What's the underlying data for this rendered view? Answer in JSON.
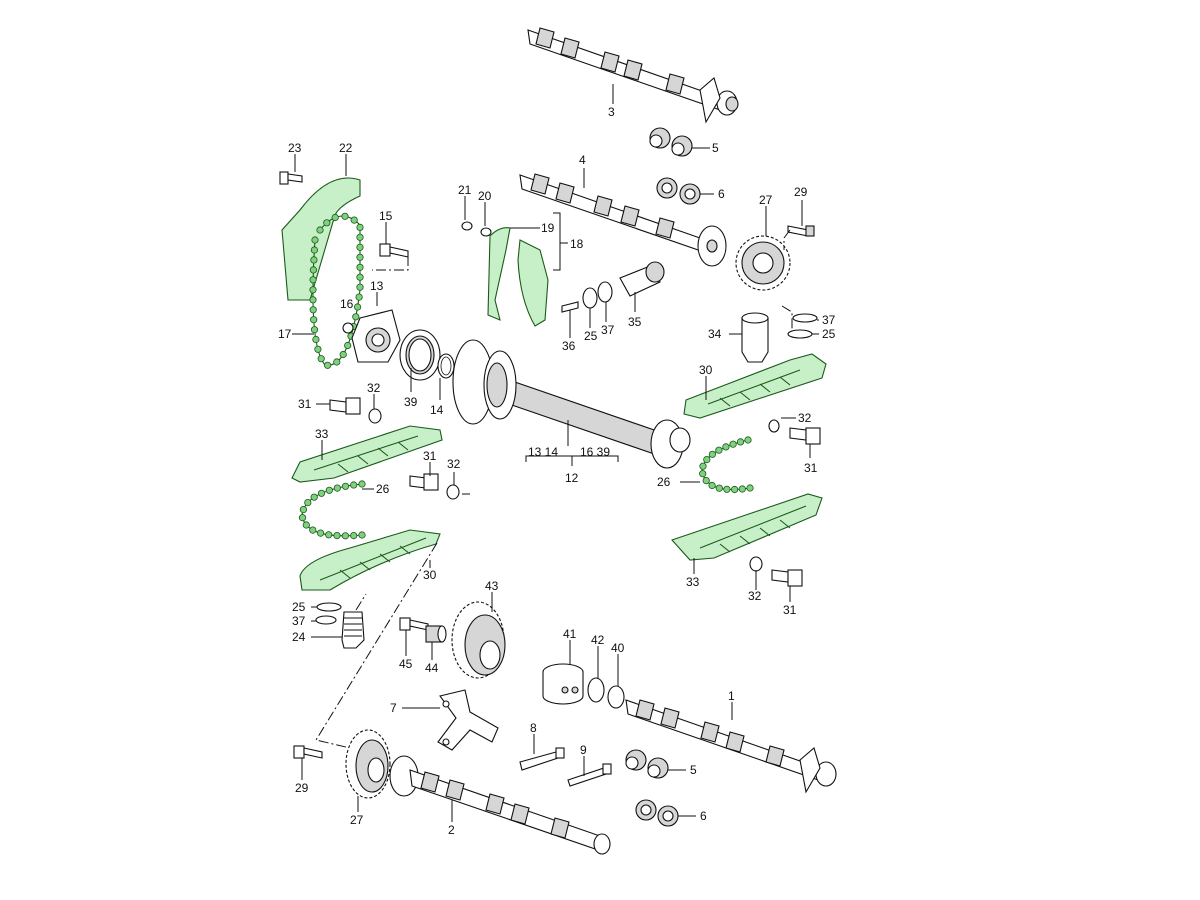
{
  "accent_color": "#7fd07f",
  "outline_color": "#111111",
  "callouts": [
    {
      "id": "c3",
      "text": "3"
    },
    {
      "id": "c5a",
      "text": "5"
    },
    {
      "id": "c4",
      "text": "4"
    },
    {
      "id": "c6a",
      "text": "6"
    },
    {
      "id": "c27a",
      "text": "27"
    },
    {
      "id": "c29a",
      "text": "29"
    },
    {
      "id": "c23",
      "text": "23"
    },
    {
      "id": "c22",
      "text": "22"
    },
    {
      "id": "c21",
      "text": "21"
    },
    {
      "id": "c20",
      "text": "20"
    },
    {
      "id": "c19",
      "text": "19"
    },
    {
      "id": "c18",
      "text": "18"
    },
    {
      "id": "c15",
      "text": "15"
    },
    {
      "id": "c13",
      "text": "13"
    },
    {
      "id": "c16",
      "text": "16"
    },
    {
      "id": "c17",
      "text": "17"
    },
    {
      "id": "c36",
      "text": "36"
    },
    {
      "id": "c25a",
      "text": "25"
    },
    {
      "id": "c37a",
      "text": "37"
    },
    {
      "id": "c35",
      "text": "35"
    },
    {
      "id": "c37b",
      "text": "37"
    },
    {
      "id": "c34",
      "text": "34"
    },
    {
      "id": "c25b",
      "text": "25"
    },
    {
      "id": "c39",
      "text": "39"
    },
    {
      "id": "c14",
      "text": "14"
    },
    {
      "id": "c31a",
      "text": "31"
    },
    {
      "id": "c32a",
      "text": "32"
    },
    {
      "id": "c30a",
      "text": "30"
    },
    {
      "id": "c32b",
      "text": "32"
    },
    {
      "id": "c31b",
      "text": "31"
    },
    {
      "id": "c33a",
      "text": "33"
    },
    {
      "id": "c31c",
      "text": "31"
    },
    {
      "id": "c32c",
      "text": "32"
    },
    {
      "id": "c26a",
      "text": "26"
    },
    {
      "id": "c12g",
      "text": "13 14"
    },
    {
      "id": "c12h",
      "text": "16 39"
    },
    {
      "id": "c12",
      "text": "12"
    },
    {
      "id": "c26b",
      "text": "26"
    },
    {
      "id": "c30b",
      "text": "30"
    },
    {
      "id": "c33b",
      "text": "33"
    },
    {
      "id": "c32d",
      "text": "32"
    },
    {
      "id": "c31d",
      "text": "31"
    },
    {
      "id": "c25c",
      "text": "25"
    },
    {
      "id": "c37c",
      "text": "37"
    },
    {
      "id": "c24",
      "text": "24"
    },
    {
      "id": "c43",
      "text": "43"
    },
    {
      "id": "c45",
      "text": "45"
    },
    {
      "id": "c44",
      "text": "44"
    },
    {
      "id": "c41",
      "text": "41"
    },
    {
      "id": "c42",
      "text": "42"
    },
    {
      "id": "c40",
      "text": "40"
    },
    {
      "id": "c1",
      "text": "1"
    },
    {
      "id": "c7",
      "text": "7"
    },
    {
      "id": "c8",
      "text": "8"
    },
    {
      "id": "c9",
      "text": "9"
    },
    {
      "id": "c5b",
      "text": "5"
    },
    {
      "id": "c29b",
      "text": "29"
    },
    {
      "id": "c27b",
      "text": "27"
    },
    {
      "id": "c2",
      "text": "2"
    },
    {
      "id": "c6b",
      "text": "6"
    }
  ]
}
